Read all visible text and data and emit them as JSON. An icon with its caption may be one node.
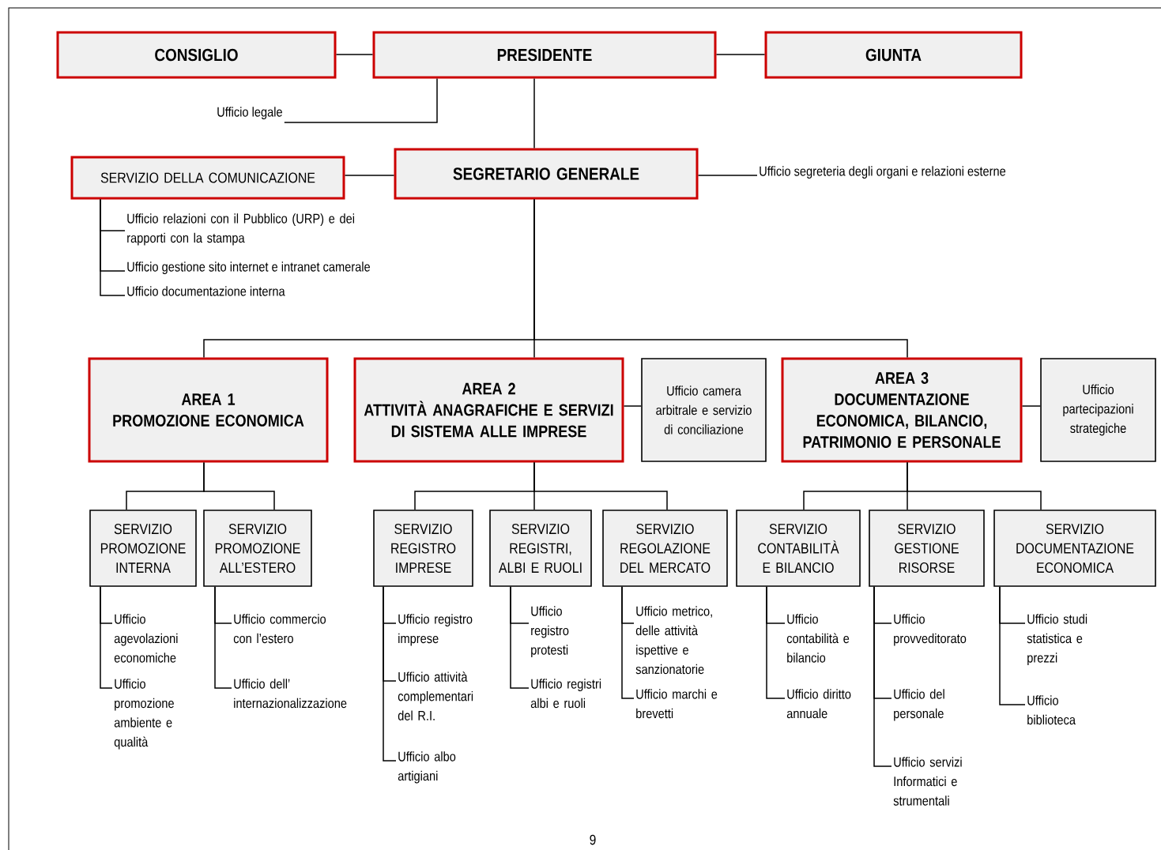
{
  "diagram": {
    "nodes": [
      {
        "text": [
          "CONSIGLIO"
        ]
      },
      {
        "text": [
          "PRESIDENTE"
        ]
      },
      {
        "text": [
          "GIUNTA"
        ]
      },
      {
        "text": [
          "Ufficio legale"
        ]
      },
      {
        "text": [
          "SERVIZIO DELLA COMUNICAZIONE"
        ]
      },
      {
        "text": [
          "SEGRETARIO GENERALE"
        ]
      },
      {
        "text": [
          "Ufficio segreteria degli organi e relazioni esterne"
        ]
      },
      {
        "text": [
          "Ufficio relazioni con il Pubblico (URP) e dei rapporti con la stampa"
        ]
      },
      {
        "text": [
          "Ufficio gestione sito internet e intranet camerale"
        ]
      },
      {
        "text": [
          "Ufficio documentazione interna"
        ]
      },
      {
        "text": [
          "AREA 1",
          "PROMOZIONE ECONOMICA"
        ]
      },
      {
        "text": [
          "AREA 2",
          "ATTIVITÀ ANAGRAFICHE E SERVIZI DI SISTEMA ALLE IMPRESE"
        ]
      },
      {
        "text": [
          "Ufficio camera arbitrale e servizio di conciliazione"
        ]
      },
      {
        "text": [
          "AREA 3",
          "DOCUMENTAZIONE ECONOMICA, BILANCIO, PATRIMONIO E PERSONALE"
        ]
      },
      {
        "text": [
          "Ufficio partecipazioni strategiche"
        ]
      },
      {
        "text": [
          "SERVIZIO PROMOZIONE INTERNA"
        ]
      },
      {
        "text": [
          "SERVIZIO PROMOZIONE ALL’ESTERO"
        ]
      },
      {
        "text": [
          "SERVIZIO REGISTRO IMPRESE"
        ]
      },
      {
        "text": [
          "SERVIZIO REGISTRI, ALBI E RUOLI"
        ]
      },
      {
        "text": [
          "SERVIZIO REGOLAZIONE DEL MERCATO"
        ]
      },
      {
        "text": [
          "SERVIZIO CONTABILITÀ E BILANCIO"
        ]
      },
      {
        "text": [
          "SERVIZIO GESTIONE RISORSE"
        ]
      },
      {
        "text": [
          "SERVIZIO DOCUMENTAZIONE ECONOMICA"
        ]
      },
      {
        "text": [
          "Ufficio agevolazioni economiche"
        ]
      },
      {
        "text": [
          "Ufficio promozione ambiente e qualità"
        ]
      },
      {
        "text": [
          "Ufficio commercio con l’estero"
        ]
      },
      {
        "text": [
          "Ufficio dell’ internazionalizzazione"
        ]
      },
      {
        "text": [
          "Ufficio registro imprese"
        ]
      },
      {
        "text": [
          "Ufficio attività complementari del R.I."
        ]
      },
      {
        "text": [
          "Ufficio albo artigiani"
        ]
      },
      {
        "text": [
          "Ufficio registro protesti"
        ]
      },
      {
        "text": [
          "Ufficio registri albi e ruoli"
        ]
      },
      {
        "text": [
          "Ufficio metrico, delle attività ispettive e sanzionatorie"
        ]
      },
      {
        "text": [
          "Ufficio marchi e brevetti"
        ]
      },
      {
        "text": [
          "Ufficio contabilità e bilancio"
        ]
      },
      {
        "text": [
          "Ufficio diritto annuale"
        ]
      },
      {
        "text": [
          "Ufficio provveditorato"
        ]
      },
      {
        "text": [
          "Ufficio del personale"
        ]
      },
      {
        "text": [
          "Ufficio servizi Informatici e strumentali"
        ]
      },
      {
        "text": [
          "Ufficio studi statistica e prezzi"
        ]
      },
      {
        "text": [
          "Ufficio biblioteca"
        ]
      }
    ],
    "edges": [
      {
        "from": 0,
        "to": 1,
        "arrow": "none"
      },
      {
        "from": 1,
        "to": 2,
        "arrow": "none"
      },
      {
        "from": 1,
        "to": 3,
        "arrow": "none"
      },
      {
        "from": 1,
        "to": 5,
        "arrow": "none"
      },
      {
        "from": 5,
        "to": 4,
        "arrow": "none"
      },
      {
        "from": 5,
        "to": 6,
        "arrow": "none"
      },
      {
        "from": 4,
        "to": 7,
        "arrow": "none"
      },
      {
        "from": 4,
        "to": 8,
        "arrow": "none"
      },
      {
        "from": 4,
        "to": 9,
        "arrow": "none"
      },
      {
        "from": 5,
        "to": 10,
        "arrow": "none"
      },
      {
        "from": 5,
        "to": 11,
        "arrow": "none"
      },
      {
        "from": 5,
        "to": 13,
        "arrow": "none"
      },
      {
        "from": 11,
        "to": 12,
        "arrow": "none"
      },
      {
        "from": 13,
        "to": 14,
        "arrow": "none"
      },
      {
        "from": 10,
        "to": 15,
        "arrow": "none"
      },
      {
        "from": 10,
        "to": 16,
        "arrow": "none"
      },
      {
        "from": 11,
        "to": 17,
        "arrow": "none"
      },
      {
        "from": 11,
        "to": 18,
        "arrow": "none"
      },
      {
        "from": 11,
        "to": 19,
        "arrow": "none"
      },
      {
        "from": 13,
        "to": 20,
        "arrow": "none"
      },
      {
        "from": 13,
        "to": 21,
        "arrow": "none"
      },
      {
        "from": 13,
        "to": 22,
        "arrow": "none"
      },
      {
        "from": 15,
        "to": 23,
        "arrow": "none"
      },
      {
        "from": 15,
        "to": 24,
        "arrow": "none"
      },
      {
        "from": 16,
        "to": 25,
        "arrow": "none"
      },
      {
        "from": 16,
        "to": 26,
        "arrow": "none"
      },
      {
        "from": 17,
        "to": 27,
        "arrow": "none"
      },
      {
        "from": 17,
        "to": 28,
        "arrow": "none"
      },
      {
        "from": 17,
        "to": 29,
        "arrow": "none"
      },
      {
        "from": 18,
        "to": 30,
        "arrow": "none"
      },
      {
        "from": 18,
        "to": 31,
        "arrow": "none"
      },
      {
        "from": 19,
        "to": 32,
        "arrow": "none"
      },
      {
        "from": 19,
        "to": 33,
        "arrow": "none"
      },
      {
        "from": 20,
        "to": 34,
        "arrow": "none"
      },
      {
        "from": 20,
        "to": 35,
        "arrow": "none"
      },
      {
        "from": 21,
        "to": 36,
        "arrow": "none"
      },
      {
        "from": 21,
        "to": 37,
        "arrow": "none"
      },
      {
        "from": 21,
        "to": 38,
        "arrow": "none"
      },
      {
        "from": 22,
        "to": 39,
        "arrow": "none"
      },
      {
        "from": 22,
        "to": 40,
        "arrow": "none"
      }
    ],
    "labels": [
      "9"
    ]
  }
}
